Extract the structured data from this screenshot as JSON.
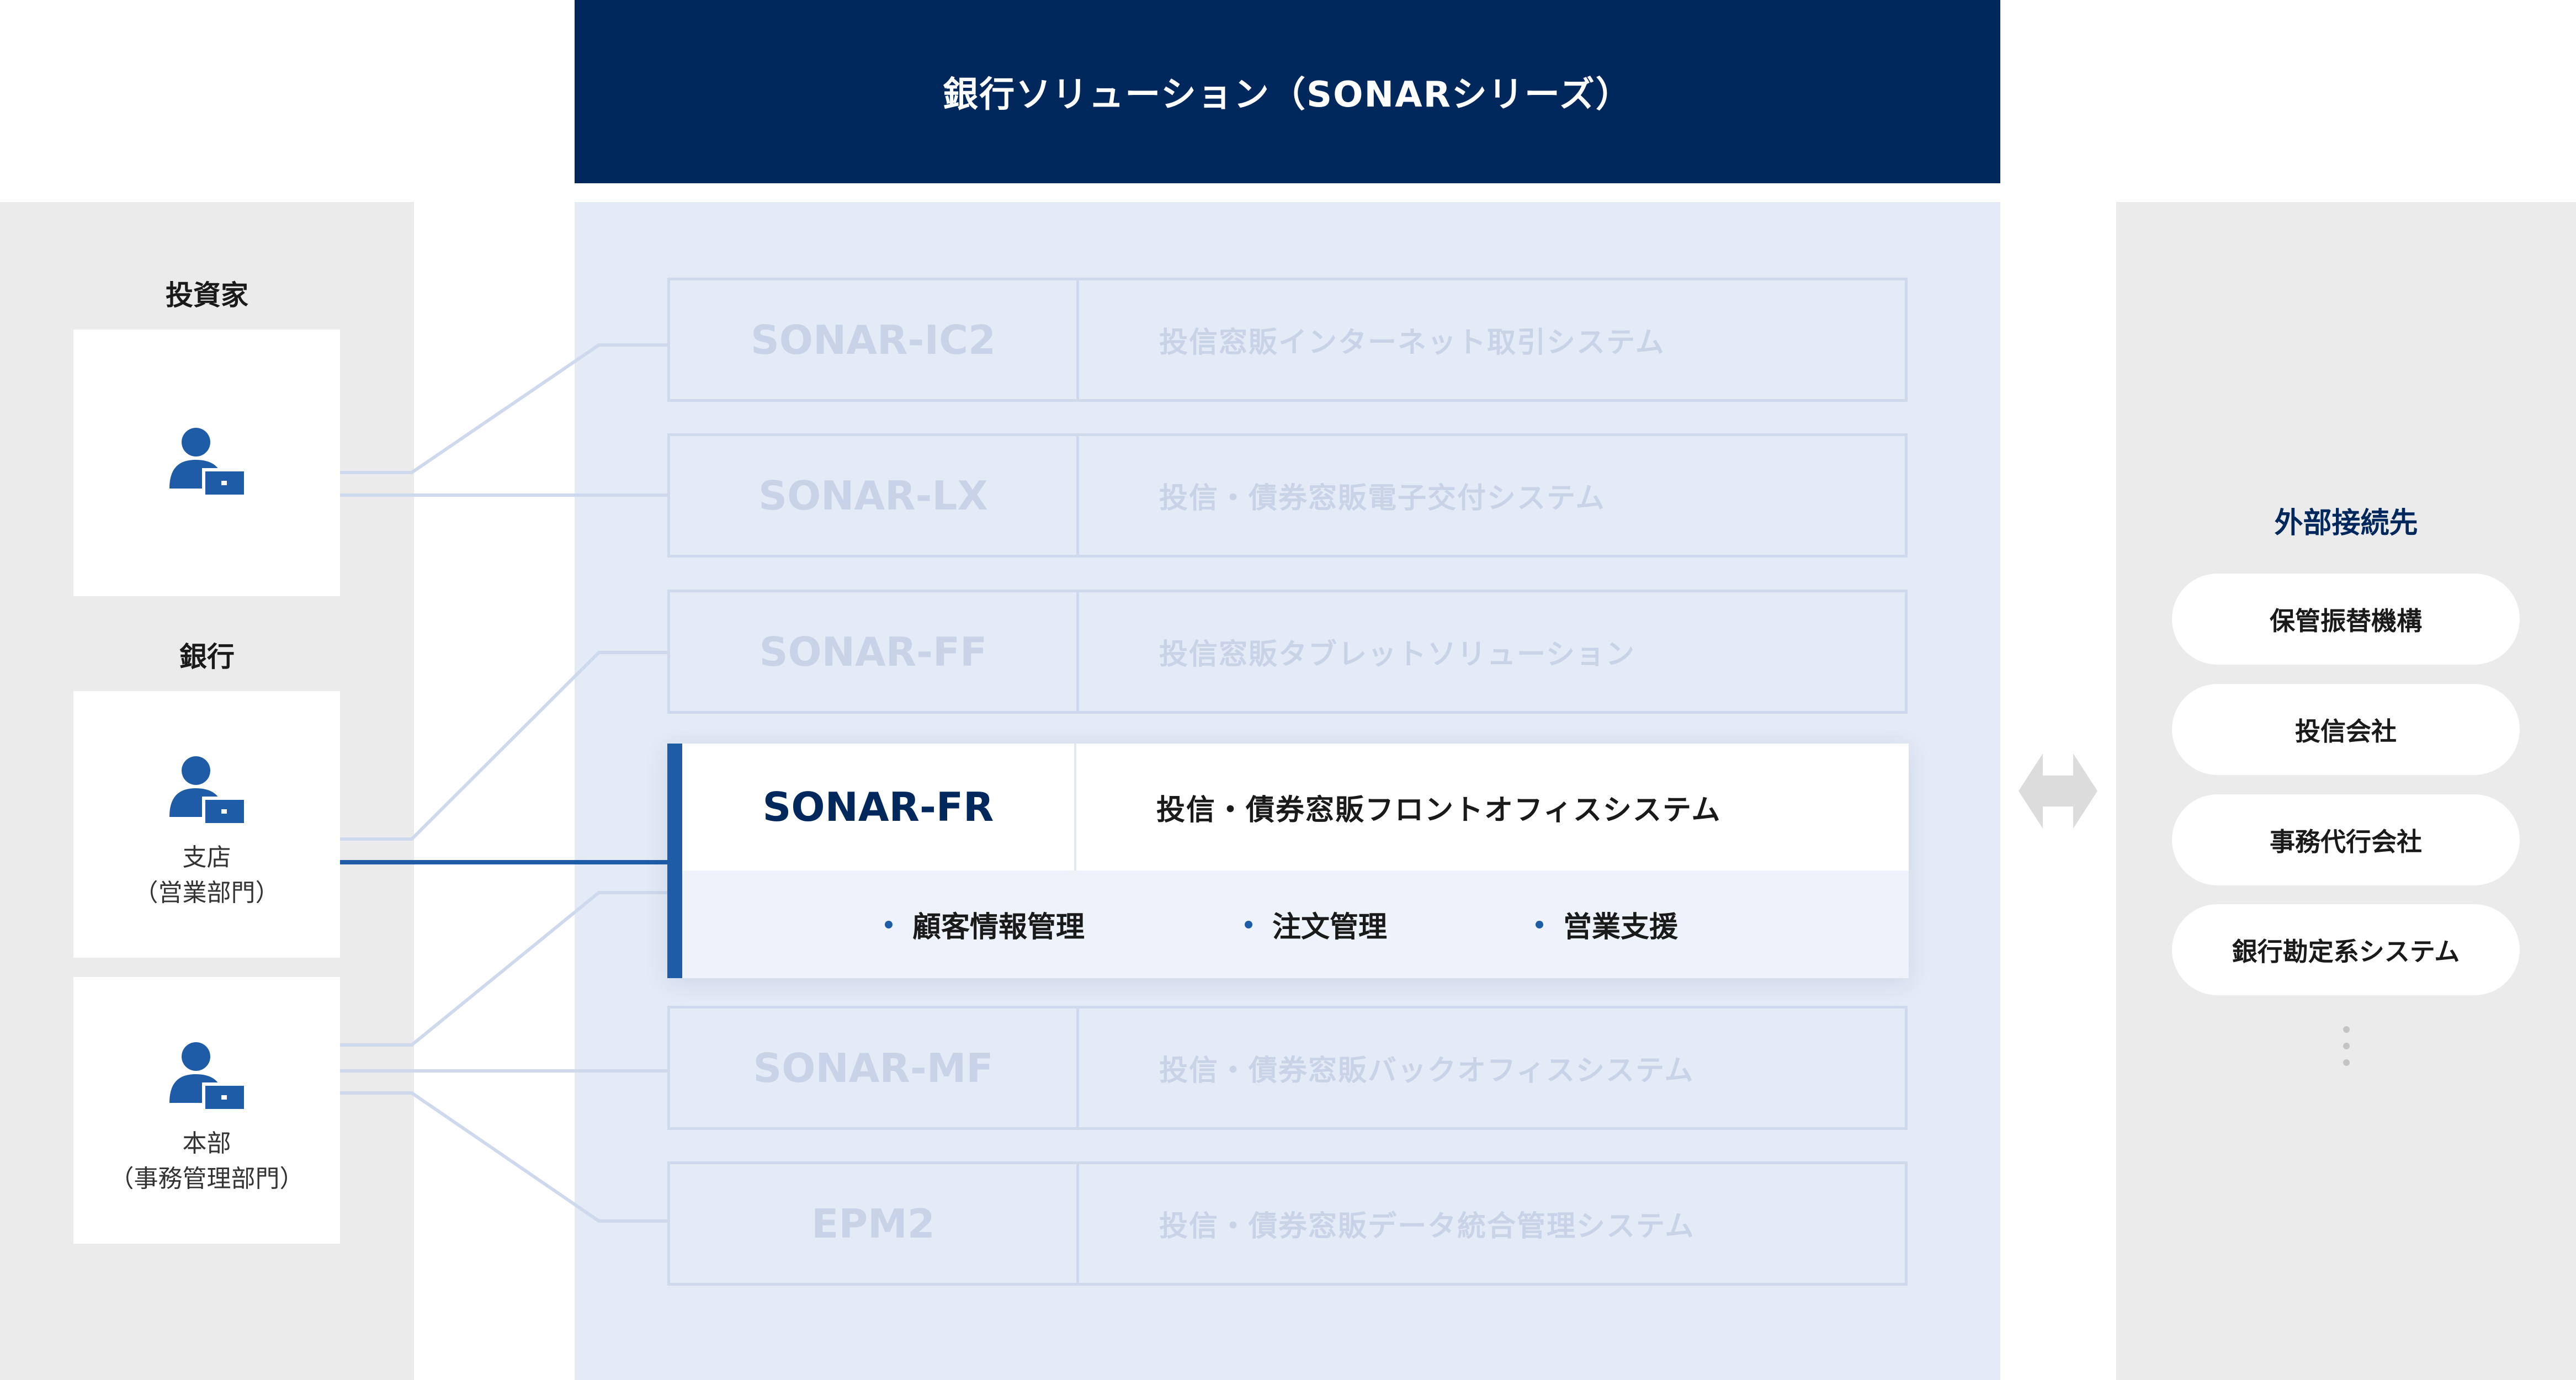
{
  "title": "銀行ソリューション（SONARシリーズ）",
  "left": {
    "groups": [
      {
        "label": "投資家"
      },
      {
        "label": "銀行"
      }
    ],
    "cards": [
      {
        "lines": []
      },
      {
        "lines": [
          "支店",
          "（営業部門）"
        ]
      },
      {
        "lines": [
          "本部",
          "（事務管理部門）"
        ]
      }
    ]
  },
  "products": [
    {
      "code": "SONAR-IC2",
      "desc": "投信窓販インターネット取引システム"
    },
    {
      "code": "SONAR-LX",
      "desc": "投信・債券窓販電子交付システム"
    },
    {
      "code": "SONAR-FF",
      "desc": "投信窓販タブレットソリューション"
    },
    {
      "code": "SONAR-MF",
      "desc": "投信・債券窓販バックオフィスシステム"
    },
    {
      "code": "EPM2",
      "desc": "投信・債券窓販データ統合管理システム"
    }
  ],
  "active": {
    "code": "SONAR-FR",
    "desc": "投信・債券窓販フロントオフィスシステム",
    "features": [
      "顧客情報管理",
      "注文管理",
      "営業支援"
    ]
  },
  "external": {
    "label": "外部接続先",
    "items": [
      "保管振替機構",
      "投信会社",
      "事務代行会社",
      "銀行勘定系システム"
    ]
  },
  "colors": {
    "navy": "#00285d",
    "accent": "#1f5ca8",
    "connector": "#cfd9ed",
    "panel_gray": "#ebebeb",
    "panel_blue": "#e4eaf6"
  },
  "icons": [
    "user-laptop-icon",
    "bidirectional-arrow-icon",
    "more-dots-icon"
  ]
}
